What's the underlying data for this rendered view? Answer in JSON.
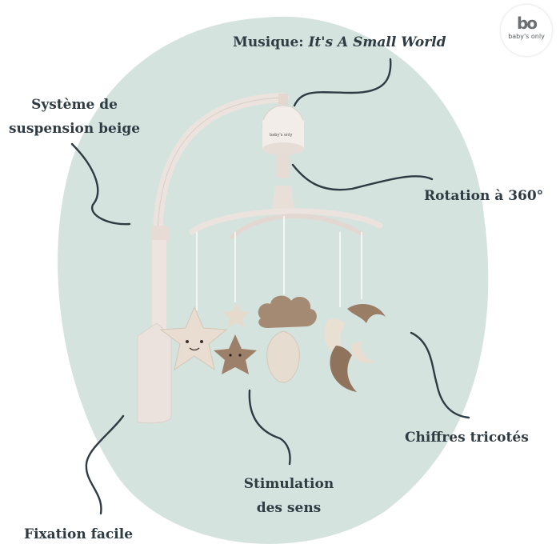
{
  "logo": {
    "mark": "bo",
    "brand": "baby's only"
  },
  "device_branding": {
    "music_box": "baby's only"
  },
  "labels": {
    "music_prefix": "Musique: ",
    "music_title": "It's A Small World",
    "suspension_line1": "Système de",
    "suspension_line2": "suspension beige",
    "rotation": "Rotation à 360°",
    "knitted": "Chiffres tricotés",
    "stimulation_line1": "Stimulation",
    "stimulation_line2": "des sens",
    "fixation": "Fixation facile"
  },
  "colors": {
    "background_blob": "#d5e3df",
    "text": "#2f3b42",
    "line": "#2f3b42",
    "arm": "#ede3de",
    "knit_cream": "#e8ddd0",
    "knit_brown": "#9c806a"
  }
}
